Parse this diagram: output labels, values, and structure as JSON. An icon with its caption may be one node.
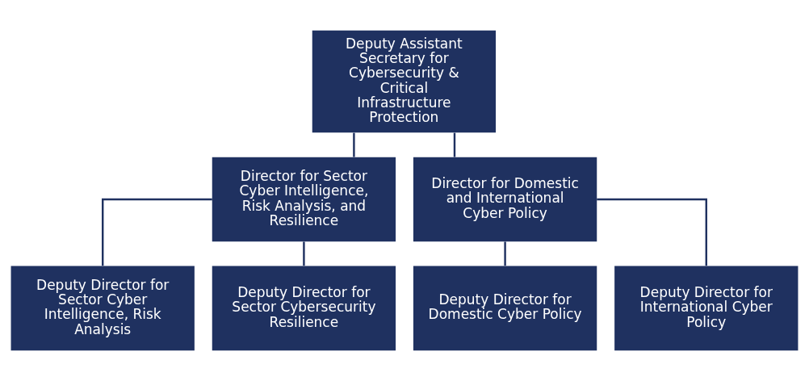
{
  "diagram": {
    "nodes": [
      {
        "text": [
          "Deputy Assistant Secretary for Cybersecurity & Critical Infrastructure Protection"
        ]
      },
      {
        "text": [
          "Director for Sector Cyber Intelligence, Risk Analysis, and Resilience"
        ]
      },
      {
        "text": [
          "Director for Domestic and International Cyber Policy"
        ]
      },
      {
        "text": [
          "Deputy Director for Sector Cyber Intelligence, Risk Analysis"
        ]
      },
      {
        "text": [
          "Deputy Director for Sector Cybersecurity Resilience"
        ]
      },
      {
        "text": [
          "Deputy Director for Domestic Cyber Policy"
        ]
      },
      {
        "text": [
          "Deputy Director for International Cyber Policy"
        ]
      }
    ],
    "edges": [
      {
        "from": 0,
        "to": 1,
        "arrow": "none"
      },
      {
        "from": 0,
        "to": 2,
        "arrow": "none"
      },
      {
        "from": 1,
        "to": 3,
        "arrow": "none"
      },
      {
        "from": 1,
        "to": 4,
        "arrow": "none"
      },
      {
        "from": 2,
        "to": 5,
        "arrow": "none"
      },
      {
        "from": 2,
        "to": 6,
        "arrow": "none"
      }
    ]
  }
}
